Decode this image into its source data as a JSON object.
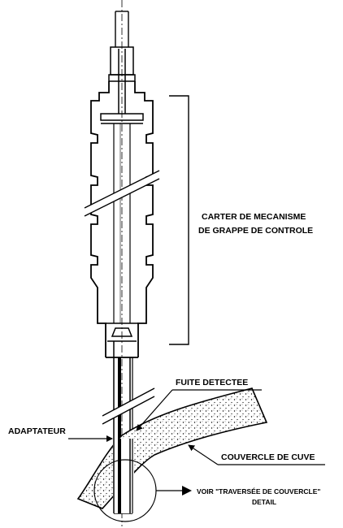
{
  "labels": {
    "carter_line1": "CARTER DE MECANISME",
    "carter_line2": "DE GRAPPE DE CONTROLE",
    "fuite": "FUITE DETECTEE",
    "adaptateur": "ADAPTATEUR",
    "couvercle": "COUVERCLE DE CUVE",
    "voir_line1": "VOIR \"TRAVERSÉE DE COUVERCLE\"",
    "voir_line2": "DETAIL"
  },
  "colors": {
    "ink": "#000000",
    "background": "#ffffff"
  }
}
